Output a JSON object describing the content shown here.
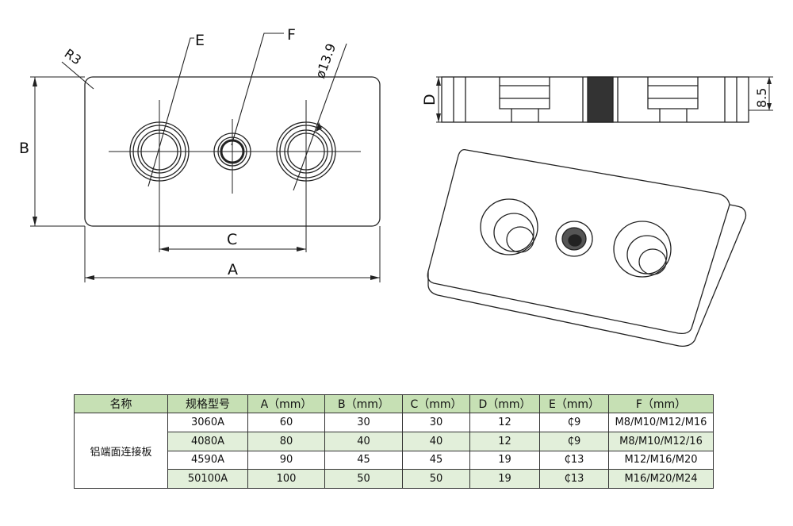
{
  "labels": {
    "E": "E",
    "F": "F",
    "R": "R3",
    "dia": "ø13.9",
    "B": "B",
    "C": "C",
    "A": "A",
    "D": "D",
    "thick": "8.5"
  },
  "table": {
    "headers": [
      "名称",
      "规格型号",
      "A（mm）",
      "B（mm）",
      "C（mm）",
      "D（mm）",
      "E（mm）",
      "F（mm）"
    ],
    "product_name": "铝端面连接板",
    "rows": [
      [
        "3060A",
        "60",
        "30",
        "30",
        "12",
        "₵9",
        "M8/M10/M12/M16"
      ],
      [
        "4080A",
        "80",
        "40",
        "40",
        "12",
        "₵9",
        "M8/M10/M12/16"
      ],
      [
        "4590A",
        "90",
        "45",
        "45",
        "19",
        "₵13",
        "M12/M16/M20"
      ],
      [
        "50100A",
        "100",
        "50",
        "50",
        "19",
        "₵13",
        "M16/M20/M24"
      ]
    ]
  }
}
